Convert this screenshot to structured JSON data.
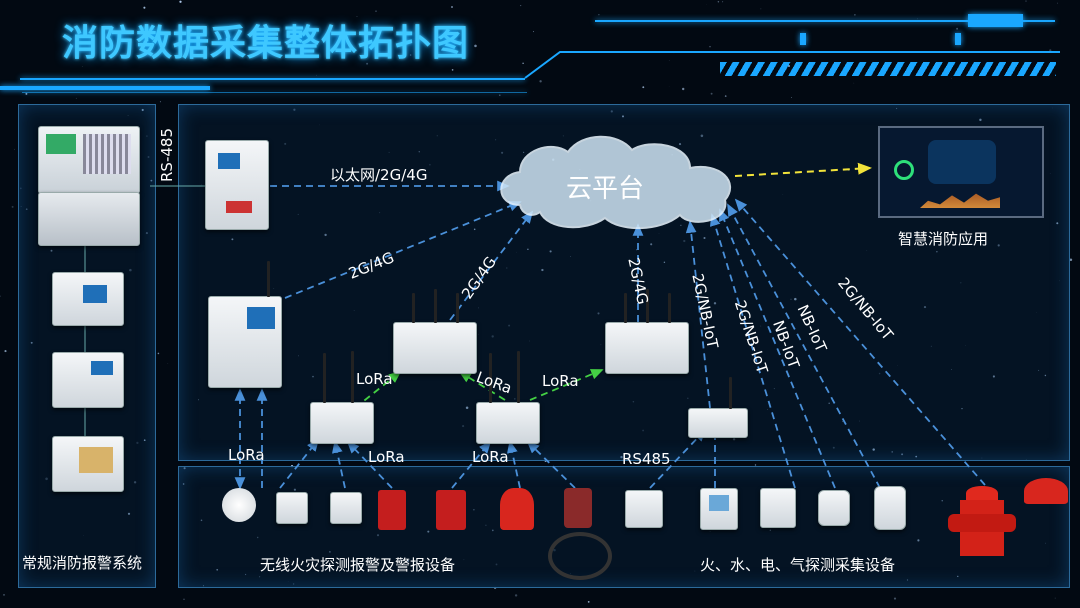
{
  "title": "消防数据采集整体拓扑图",
  "colors": {
    "accent": "#1aa7ff",
    "title": "#3ec8ff",
    "lora_arrow": "#44d044",
    "app_arrow": "#f2e33a",
    "link": "#4a90d9"
  },
  "cloud": {
    "label": "云平台"
  },
  "app": {
    "label": "智慧消防应用"
  },
  "left_panel": {
    "label": "常规消防报警系统"
  },
  "bottom": {
    "wireless_label": "无线火灾探测报警及警报设备",
    "collect_label": "火、水、电、气探测采集设备"
  },
  "links": {
    "rs485_top": "RS-485",
    "ethernet": "以太网/2G/4G",
    "g4_a": "2G/4G",
    "g4_b": "2G/4G",
    "g4_c": "2G/4G",
    "nb1": "2G/NB-IoT",
    "nb2": "2G/NB-IoT",
    "nb3": "NB-IoT",
    "nb4": "NB-IoT",
    "nb5": "2G/NB-IoT",
    "lora1": "LoRa",
    "lora2": "LoRa",
    "lora3": "LoRa",
    "lora_l": "LoRa",
    "lora_m": "LoRa",
    "lora_r": "LoRa",
    "rs485_bottom": "RS485"
  }
}
